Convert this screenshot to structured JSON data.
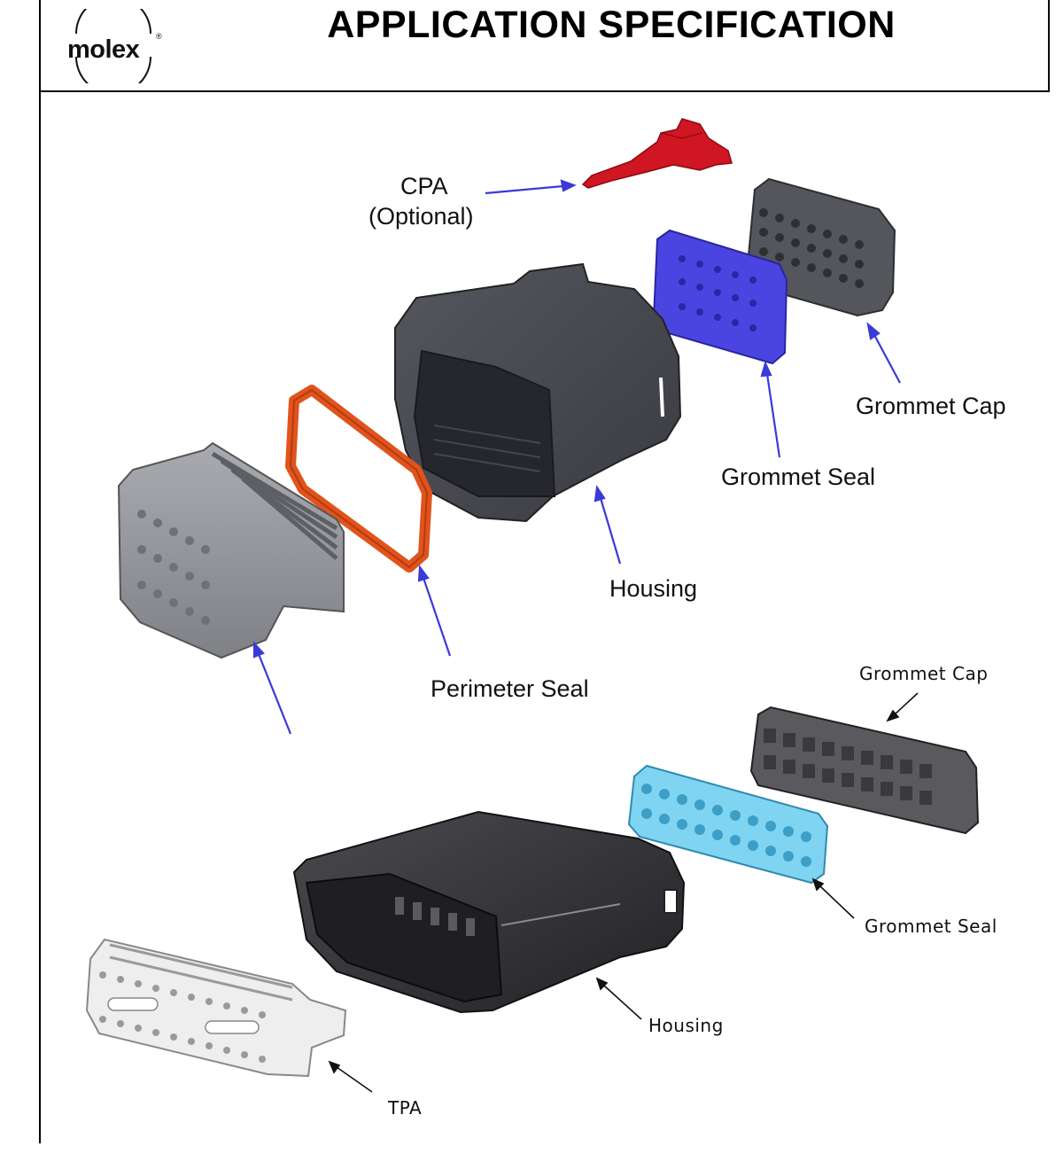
{
  "header": {
    "logo_text": "molex",
    "logo_mark": "®",
    "title": "APPLICATION SPECIFICATION"
  },
  "figure_top": {
    "labels": {
      "cpa": "CPA",
      "cpa_note": "(Optional)",
      "grommet_cap": "Grommet Cap",
      "grommet_seal": "Grommet Seal",
      "housing": "Housing",
      "perimeter_seal": "Perimeter Seal"
    },
    "colors": {
      "arrow": "#3a3ad8",
      "cpa": "#d01622",
      "grommet_seal": "#4a45e0",
      "perimeter_seal": "#e0541c",
      "housing": "#3f4147",
      "tpa": "#8e9095"
    }
  },
  "figure_bottom": {
    "labels": {
      "grommet_cap": "Grommet Cap",
      "grommet_seal": "Grommet Seal",
      "housing": "Housing",
      "tpa": "TPA"
    },
    "colors": {
      "arrow": "#111111",
      "grommet_seal": "#7fd4f2",
      "housing": "#2f2f33",
      "grommet_cap": "#5a5a5e",
      "tpa": "#eeeeee"
    }
  }
}
